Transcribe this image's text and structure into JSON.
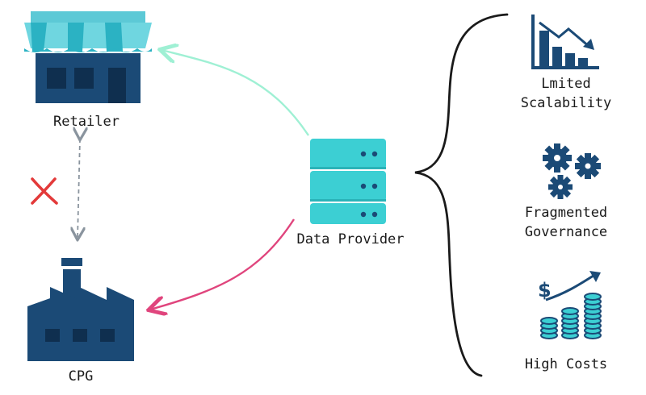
{
  "nodes": {
    "retailer": "Retailer",
    "cpg": "CPG",
    "data_provider": "Data Provider"
  },
  "challenges": [
    {
      "label_line1": "Lmited",
      "label_line2": "Scalability",
      "icon": "declining-chart-icon"
    },
    {
      "label_line1": "Fragmented",
      "label_line2": "Governance",
      "icon": "gears-icon"
    },
    {
      "label_line1": "High Costs",
      "label_line2": "",
      "icon": "rising-costs-icon"
    }
  ],
  "colors": {
    "navy": "#1b4a76",
    "teal": "#3ccfd3",
    "awning_light": "#6fd6e0",
    "mint_arrow": "#9ff0d4",
    "pink_arrow": "#e0457d",
    "gray_dashed": "#8a949e",
    "red_x": "#e33a3a"
  }
}
